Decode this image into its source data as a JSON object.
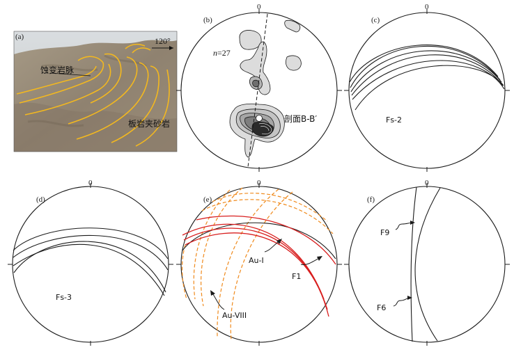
{
  "panels": {
    "a": {
      "label": "(a)",
      "azimuth": "120°",
      "rock1": "蚀变岩脉",
      "rock2": "板岩夹砂岩"
    },
    "b": {
      "label": "(b)",
      "north": "0",
      "n_prefix": "n",
      "n_suffix": "=27",
      "section": "剖面B-B′"
    },
    "c": {
      "label": "(c)",
      "north": "0",
      "set_name": "Fs-2"
    },
    "d": {
      "label": "(d)",
      "north": "0",
      "set_name": "Fs-3"
    },
    "e": {
      "label": "(e)",
      "north": "0",
      "au1": "Au-I",
      "f1": "F1",
      "au8": "Au-VIII"
    },
    "f": {
      "label": "(f)",
      "north": "0",
      "f9": "F9",
      "f6": "F6"
    }
  },
  "colors": {
    "outline": "#1a1a1a",
    "fault_red": "#d81e1e",
    "vein_orange": "#f08a1c",
    "contour_fill": "#d8d8d8",
    "contour_core": "#4a4a4a"
  }
}
